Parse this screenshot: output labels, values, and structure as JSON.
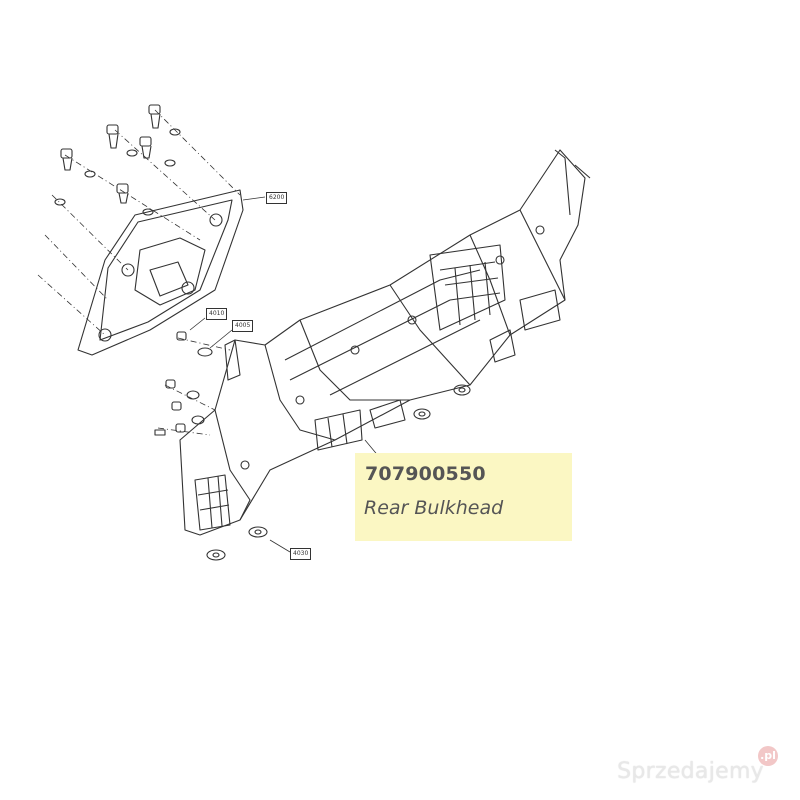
{
  "callout": {
    "part_number": "707900550",
    "part_name": "Rear Bulkhead",
    "background": "#fbf7c3"
  },
  "reference_tags": {
    "bracket": "6200",
    "bolt_top": "4010",
    "washer_top": "4005",
    "washer_bottom": "4030"
  },
  "watermark": {
    "text": "Sprzedajemy",
    "badge": ".pl"
  }
}
